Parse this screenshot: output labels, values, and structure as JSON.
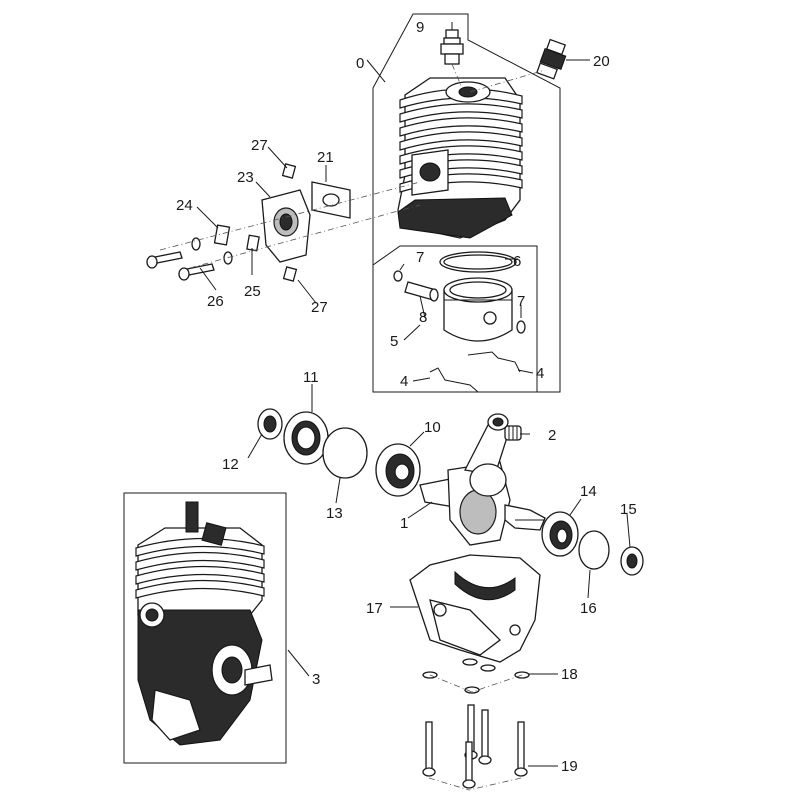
{
  "callouts": [
    "0",
    "1",
    "2",
    "3",
    "4",
    "4",
    "5",
    "6",
    "7",
    "7",
    "8",
    "9",
    "10",
    "11",
    "12",
    "13",
    "14",
    "15",
    "16",
    "17",
    "18",
    "19",
    "20",
    "21",
    "23",
    "24",
    "25",
    "26",
    "27",
    "27"
  ]
}
